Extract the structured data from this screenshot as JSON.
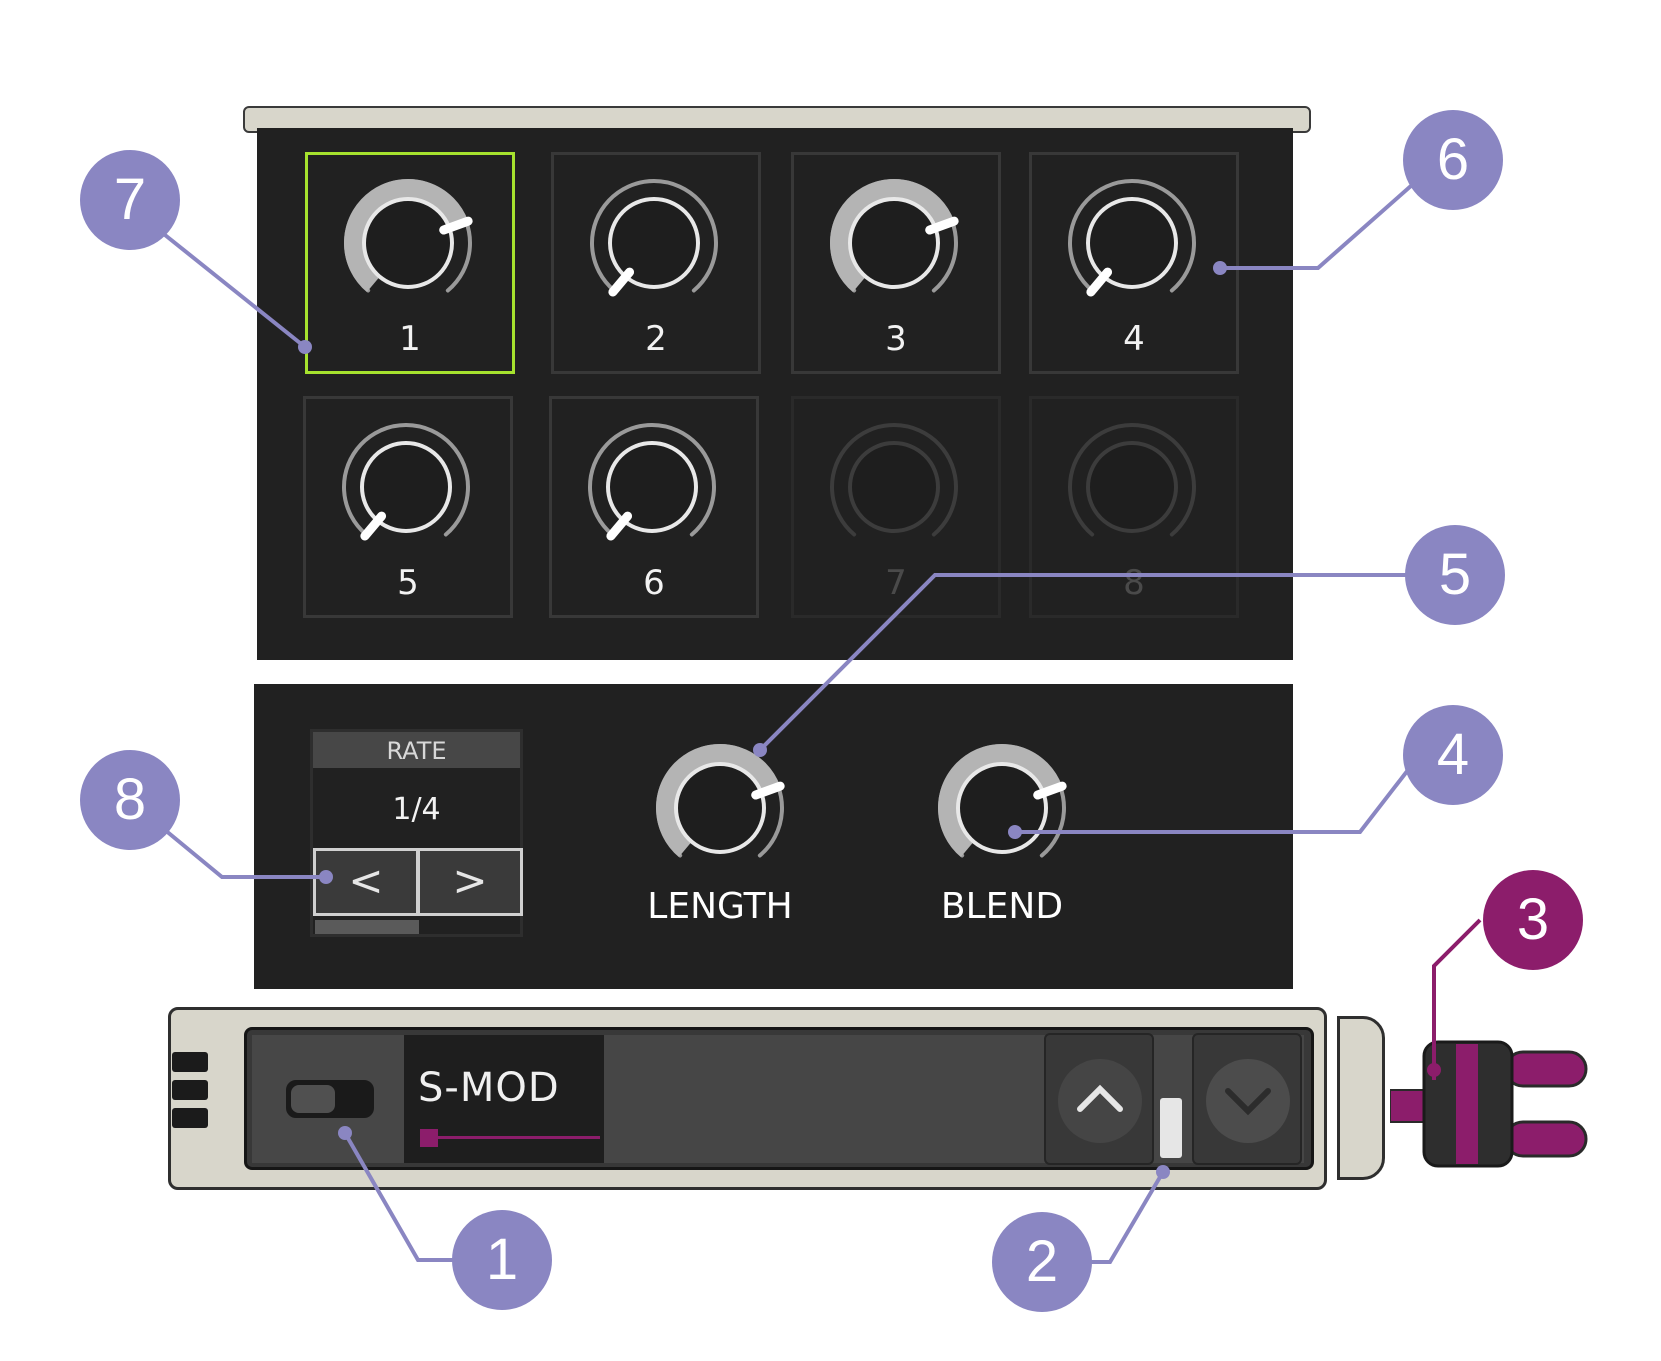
{
  "colors": {
    "panel": "#212121",
    "selection": "#a6e22e",
    "callout": "#8a86c2",
    "callout_magenta": "#8c1d6b",
    "plate": "#d8d6cb",
    "modulation": "#8c1d6b"
  },
  "slots": [
    {
      "label": "1",
      "selected": true,
      "active": true,
      "value": 0.75
    },
    {
      "label": "2",
      "selected": false,
      "active": true,
      "value": 0.0
    },
    {
      "label": "3",
      "selected": false,
      "active": true,
      "value": 0.75
    },
    {
      "label": "4",
      "selected": false,
      "active": true,
      "value": 0.0
    },
    {
      "label": "5",
      "selected": false,
      "active": true,
      "value": 0.0
    },
    {
      "label": "6",
      "selected": false,
      "active": true,
      "value": 0.0
    },
    {
      "label": "7",
      "selected": false,
      "active": false,
      "value": 0.0
    },
    {
      "label": "8",
      "selected": false,
      "active": false,
      "value": 0.0
    }
  ],
  "rate": {
    "header": "RATE",
    "value": "1/4",
    "prev_label": "<",
    "next_label": ">",
    "progress": 0.5
  },
  "knobs": {
    "length": {
      "label": "LENGTH",
      "value": 0.75
    },
    "blend": {
      "label": "BLEND",
      "value": 0.75
    }
  },
  "module": {
    "name": "S-MOD",
    "up_icon": "chevron-up-icon",
    "down_icon": "chevron-down-icon"
  },
  "callouts": {
    "c1": "1",
    "c2": "2",
    "c3": "3",
    "c4": "4",
    "c5": "5",
    "c6": "6",
    "c7": "7",
    "c8": "8"
  }
}
